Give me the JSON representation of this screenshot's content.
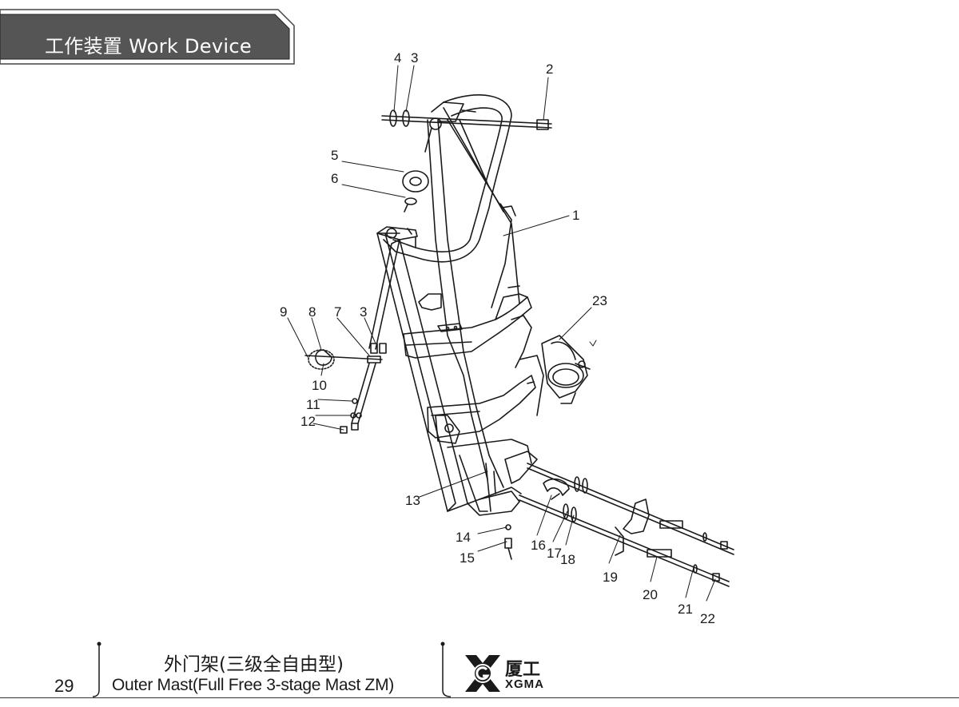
{
  "header": {
    "title": "工作装置 Work Device"
  },
  "diagram": {
    "part_labels": [
      "1",
      "2",
      "3",
      "4",
      "5",
      "6",
      "7",
      "8",
      "9",
      "10",
      "11",
      "12",
      "13",
      "14",
      "15",
      "16",
      "17",
      "18",
      "19",
      "20",
      "21",
      "22",
      "23",
      "3"
    ]
  },
  "footer": {
    "page_number": "29",
    "title_cn": "外门架(三级全自由型)",
    "title_en": "Outer Mast(Full Free 3-stage Mast ZM)",
    "logo_cn": "厦工",
    "logo_en": "XGMA"
  }
}
